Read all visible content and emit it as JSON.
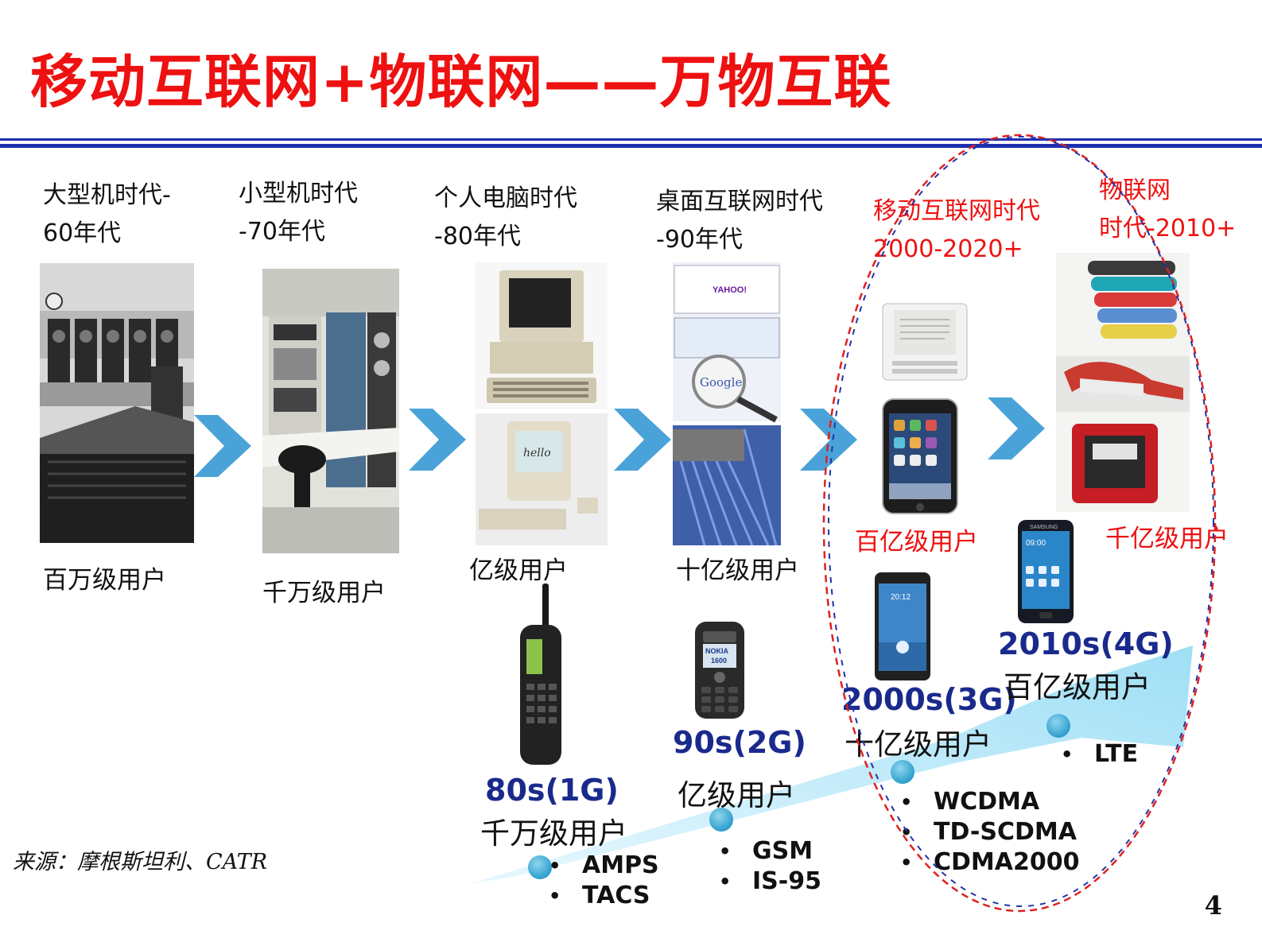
{
  "title": "移动互联网+物联网——万物互联",
  "eras": [
    {
      "line1": "大型机时代-",
      "line2": "60年代",
      "users": "百万级用户"
    },
    {
      "line1": "小型机时代",
      "line2": "-70年代",
      "users": "千万级用户"
    },
    {
      "line1": "个人电脑时代",
      "line2": "-80年代",
      "users": "亿级用户"
    },
    {
      "line1": "桌面互联网时代",
      "line2": "-90年代",
      "users": "十亿级用户"
    },
    {
      "line1": "移动互联网时代",
      "line2": "2000-2020+",
      "users": "百亿级用户"
    },
    {
      "line1": "物联网",
      "line2": "时代-2010+",
      "users": "千亿级用户"
    }
  ],
  "mobile_generations": [
    {
      "label": "80s(1G)",
      "users": "千万级用户",
      "tech": [
        "AMPS",
        "TACS"
      ]
    },
    {
      "label": "90s(2G)",
      "users": "亿级用户",
      "tech": [
        "GSM",
        "IS-95"
      ]
    },
    {
      "label": "2000s(3G)",
      "users": "十亿级用户",
      "tech": [
        "WCDMA",
        "TD-SCDMA",
        "CDMA2000"
      ]
    },
    {
      "label": "2010s(4G)",
      "users": "百亿级用户",
      "tech": [
        "LTE"
      ]
    }
  ],
  "bullet_symbol": "•",
  "phone_texts": {
    "nokia_brand": "NOKIA",
    "nokia_model": "1600",
    "search_brand": "Google",
    "portal_brand": "YAHOO!",
    "mac_greeting": "hello",
    "phone3g_time": "20:12",
    "phone4g_brand": "SAMSUNG",
    "phone4g_time": "09:00"
  },
  "source": "来源：摩根斯坦利、CATR",
  "page_number": "4",
  "colors": {
    "title": "#ee1111",
    "rule": "#1f2fb0",
    "chevron": "#4aa3d8",
    "gen_label": "#1a2a8c",
    "ellipse_red": "#e02020",
    "ellipse_blue": "#2233aa",
    "ribbon": "#bfeafa"
  }
}
